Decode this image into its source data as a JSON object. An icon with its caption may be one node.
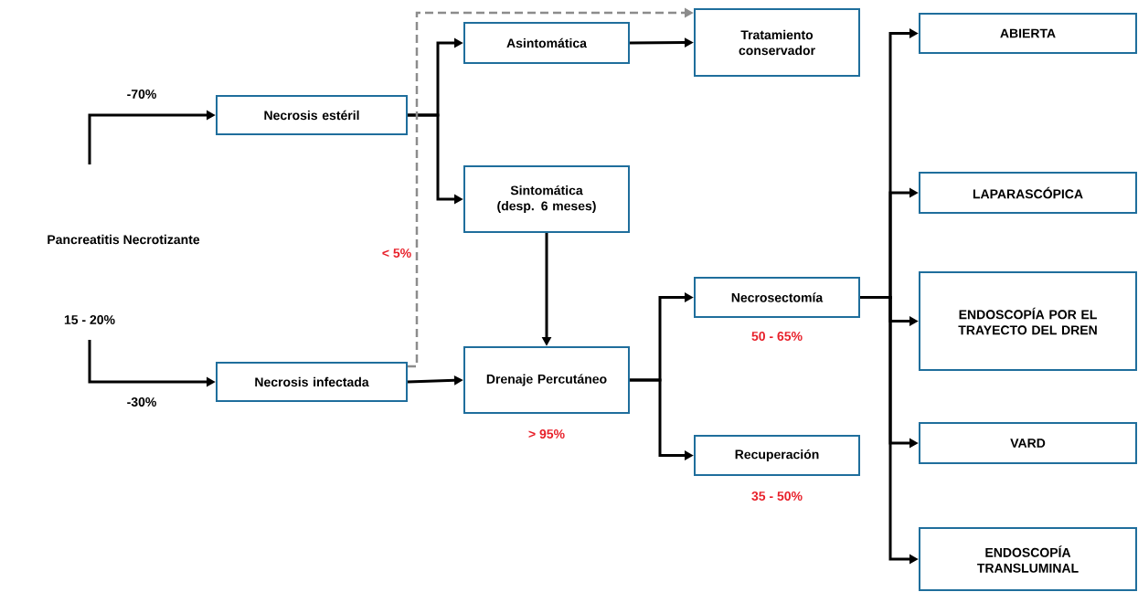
{
  "diagram": {
    "nodes": [
      {
        "text": [
          "Necrosis estéril"
        ]
      },
      {
        "text": [
          "Necrosis infectada"
        ]
      },
      {
        "text": [
          "Asintomática"
        ]
      },
      {
        "text": [
          "Tratamiento conservador"
        ]
      },
      {
        "text": [
          "Sintomática (desp. 6 meses)"
        ]
      },
      {
        "text": [
          "Drenaje Percutáneo"
        ],
        "beside": [
          "> 95%"
        ]
      },
      {
        "text": [
          "Necrosectomía"
        ],
        "beside": [
          "50 - 65%"
        ]
      },
      {
        "text": [
          "Recuperación"
        ],
        "beside": [
          "35 - 50%"
        ]
      },
      {
        "text": [
          "ABIERTA"
        ]
      },
      {
        "text": [
          "LAPARASCÓPICA"
        ]
      },
      {
        "text": [
          "ENDOSCOPÍA POR EL TRAYECTO DEL DREN"
        ]
      },
      {
        "text": [
          "VARD"
        ]
      },
      {
        "text": [
          "ENDOSCOPÍA TRANSLUMINAL"
        ]
      }
    ],
    "edges": [
      {
        "from": null,
        "to": 0,
        "arrow": "to",
        "label": "-70%"
      },
      {
        "from": null,
        "to": 1,
        "arrow": "to",
        "label": "-30%"
      },
      {
        "from": 0,
        "to": 2,
        "arrow": "to"
      },
      {
        "from": 0,
        "to": 4,
        "arrow": "to"
      },
      {
        "from": 2,
        "to": 3,
        "arrow": "to"
      },
      {
        "from": 4,
        "to": 5,
        "arrow": "to"
      },
      {
        "from": 1,
        "to": 5,
        "arrow": "to"
      },
      {
        "from": 1,
        "to": 3,
        "arrow": "to",
        "style": "dashed",
        "color": "#8c8c8c",
        "label": "< 5%"
      },
      {
        "from": 5,
        "to": 6,
        "arrow": "to"
      },
      {
        "from": 5,
        "to": 7,
        "arrow": "to"
      },
      {
        "from": 6,
        "to": 8,
        "arrow": "to"
      },
      {
        "from": 6,
        "to": 9,
        "arrow": "to"
      },
      {
        "from": 6,
        "to": 10,
        "arrow": "to"
      },
      {
        "from": 6,
        "to": 11,
        "arrow": "to"
      },
      {
        "from": 6,
        "to": 12,
        "arrow": "to"
      }
    ],
    "labels": [
      "Pancreatitis Necrotizante",
      "15 - 20%"
    ]
  }
}
